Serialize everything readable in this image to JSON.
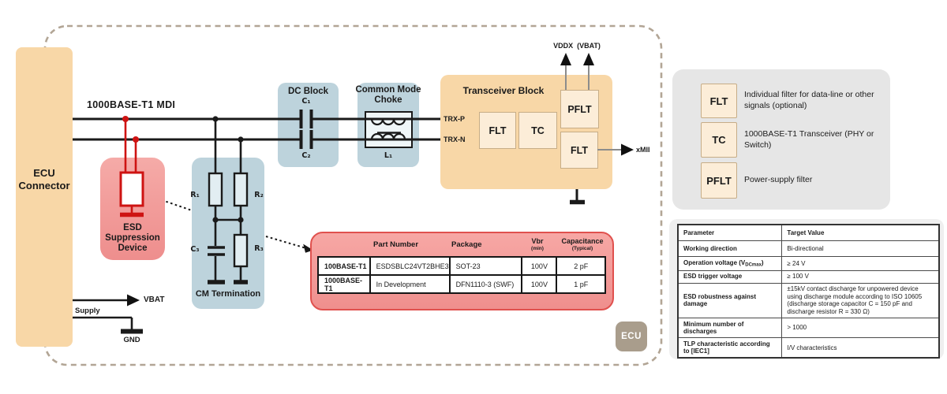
{
  "diagram": {
    "ecu_badge": "ECU",
    "connector_label": "ECU Connector",
    "mdi_label": "1000BASE-T1 MDI",
    "esd_device_label": "ESD Suppression Device",
    "cm_termination": {
      "label": "CM Termination",
      "r1": "R₁",
      "r2": "R₂",
      "r3": "R₃",
      "c3": "C₃"
    },
    "dc_block": {
      "label": "DC Block",
      "c1": "C₁",
      "c2": "C₂"
    },
    "choke": {
      "label": "Common Mode Choke",
      "l1": "L₁"
    },
    "transceiver": {
      "label": "Transceiver Block",
      "flt1": "FLT",
      "tc": "TC",
      "pflt": "PFLT",
      "flt2": "FLT",
      "trx_p": "TRX-P",
      "trx_n": "TRX-N"
    },
    "signals": {
      "vddx": "VDDX",
      "vbat_paren": "(VBAT)",
      "xmii": "xMII",
      "vbat": "VBAT",
      "supply": "Supply",
      "gnd": "GND"
    }
  },
  "part_table": {
    "headers": {
      "part_number": "Part Number",
      "package": "Package",
      "vbr": "Vbr",
      "vbr_sub": "(min)",
      "capacitance": "Capacitance",
      "capacitance_sub": "(Typical)"
    },
    "rows": [
      {
        "standard": "100BASE-T1",
        "part_number": "ESDSBLC24VT2BHE3",
        "package": "SOT-23",
        "vbr": "100V",
        "capacitance": "2 pF"
      },
      {
        "standard": "1000BASE-T1",
        "part_number": "In Development",
        "package": "DFN1110-3 (SWF)",
        "vbr": "100V",
        "capacitance": "1 pF"
      }
    ]
  },
  "legend": {
    "items": [
      {
        "abbr": "FLT",
        "description": "Individual filter for data-line or other signals (optional)"
      },
      {
        "abbr": "TC",
        "description": "1000BASE-T1 Transceiver (PHY or Switch)"
      },
      {
        "abbr": "PFLT",
        "description": "Power-supply filter"
      }
    ]
  },
  "param_table": {
    "headers": {
      "parameter": "Parameter",
      "target": "Target Value"
    },
    "rows": [
      {
        "parameter": "Working direction",
        "target": "Bi-directional"
      },
      {
        "parameter_pre": "Operation voltage (V",
        "parameter_sub": "DCmax",
        "parameter_post": ")",
        "target": "≥ 24 V"
      },
      {
        "parameter": "ESD trigger voltage",
        "target": "≥ 100 V"
      },
      {
        "parameter": "ESD robustness against damage",
        "target": "±15kV contact discharge for unpowered device using discharge module according to ISO 10605 (discharge storage capacitor C = 150 pF and discharge resistor R = 330 Ω)"
      },
      {
        "parameter": "Minimum number of discharges",
        "target": "> 1000"
      },
      {
        "parameter": "TLP characteristic according to [IEC1]",
        "target": "I/V characteristics"
      }
    ]
  },
  "colors": {
    "block_orange": "#F8D7A7",
    "block_blue": "#BDD3DC",
    "esd_pink": "#F29D9B",
    "accent_red": "#CE1312",
    "legend_grey": "#E6E6E6",
    "badge_taupe": "#A99D8C"
  }
}
